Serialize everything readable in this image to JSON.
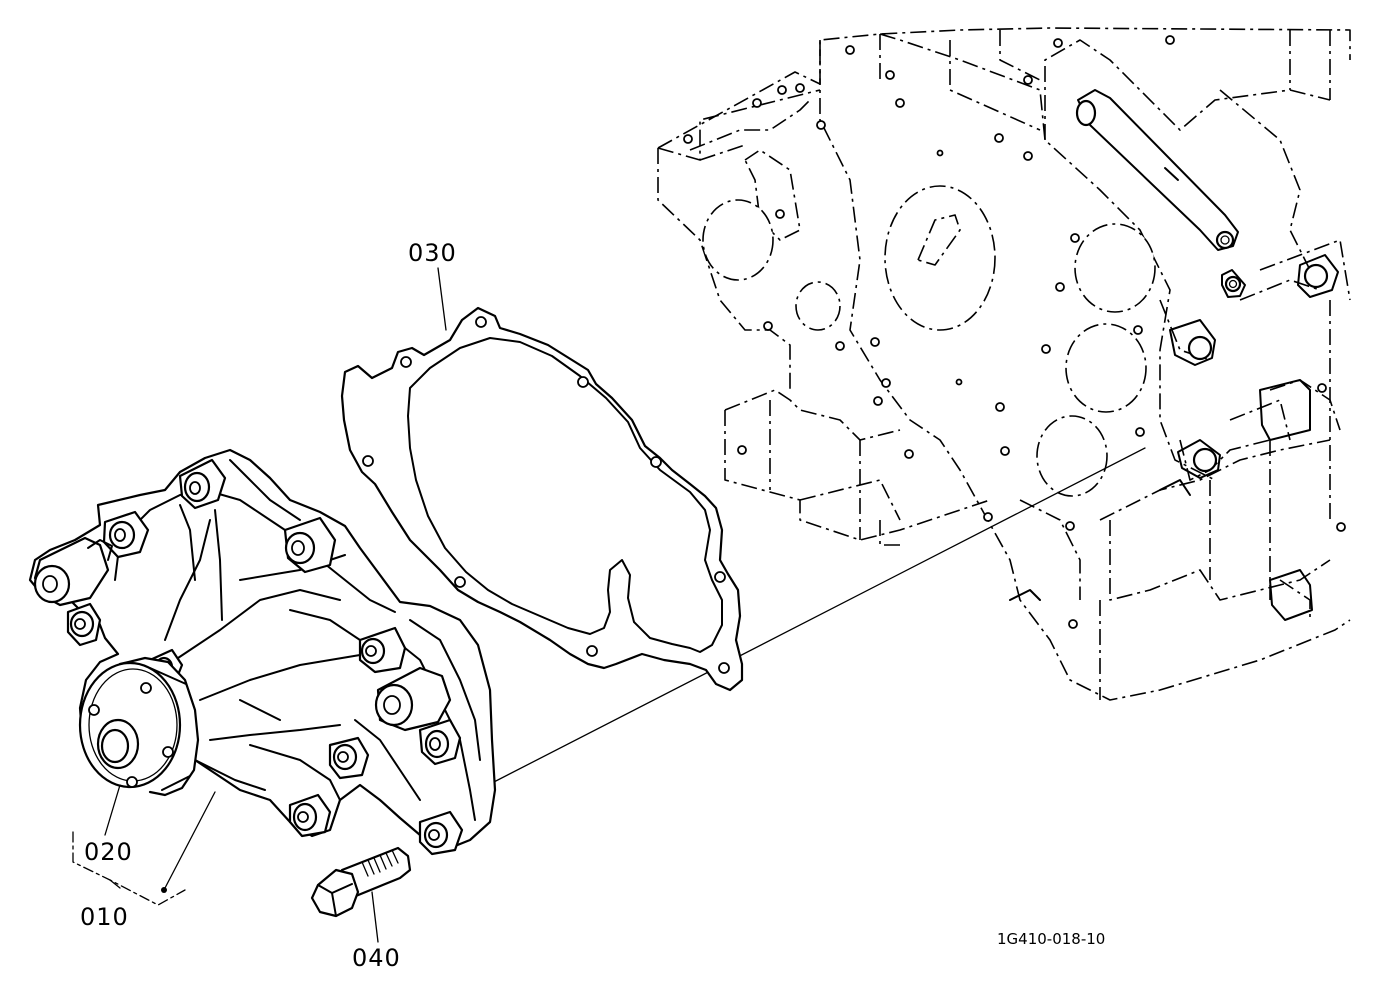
{
  "parts": [
    {
      "ref": "010"
    },
    {
      "ref": "020"
    },
    {
      "ref": "030"
    },
    {
      "ref": "040"
    }
  ],
  "drawing_code": "1G410-018-10"
}
